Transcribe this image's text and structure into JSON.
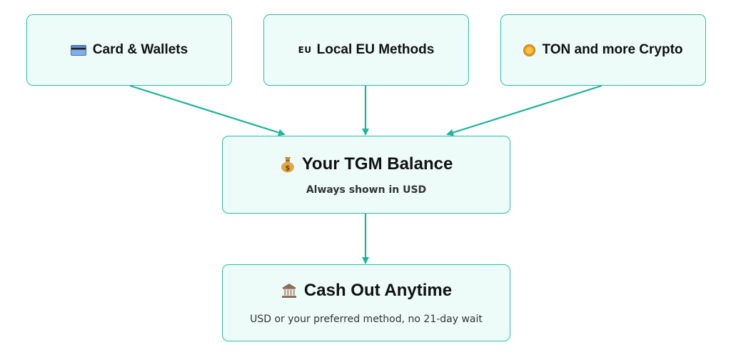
{
  "nodes": {
    "cards": {
      "label": "Card & Wallets",
      "icon": "credit-card-icon"
    },
    "eu": {
      "label": "Local EU Methods",
      "icon_text": "EU",
      "icon": "eu-text-icon"
    },
    "crypto": {
      "label": "TON and more Crypto",
      "icon": "coin-icon"
    },
    "balance": {
      "label": "Your TGM Balance",
      "subtitle": "Always shown in USD",
      "icon": "money-bag-icon"
    },
    "cashout": {
      "label": "Cash Out Anytime",
      "subtitle": "USD or your preferred method, no 21-day wait",
      "icon": "bank-icon"
    }
  },
  "colors": {
    "border": "#2bbfa5",
    "fill": "#eefcf9",
    "arrow": "#20b49d",
    "text": "#111111"
  }
}
